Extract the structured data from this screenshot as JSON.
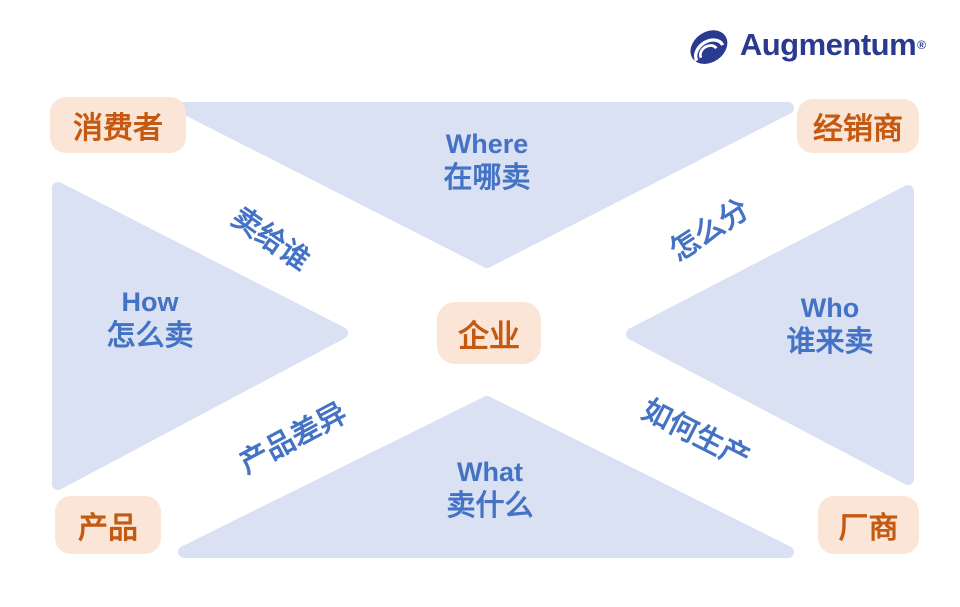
{
  "logo": {
    "name": "Augmentum",
    "registered": "®"
  },
  "colors": {
    "triangle": "#D9E1F2",
    "blue": "#4472C4",
    "chip_bg": "#FBE5D6",
    "chip_text": "#C45911",
    "navy": "#2A3B8F"
  },
  "corner_labels": {
    "top_left": "消费者",
    "top_right": "经销商",
    "bottom_left": "产品",
    "bottom_right": "厂商"
  },
  "center_label": "企业",
  "quadrants": {
    "top": {
      "en": "Where",
      "zh": "在哪卖"
    },
    "left": {
      "en": "How",
      "zh": "怎么卖"
    },
    "right": {
      "en": "Who",
      "zh": "谁来卖"
    },
    "bottom": {
      "en": "What",
      "zh": "卖什么"
    }
  },
  "edge_labels": {
    "top_left": "卖给谁",
    "top_right": "怎么分",
    "bottom_left": "产品差异",
    "bottom_right": "如何生产"
  }
}
